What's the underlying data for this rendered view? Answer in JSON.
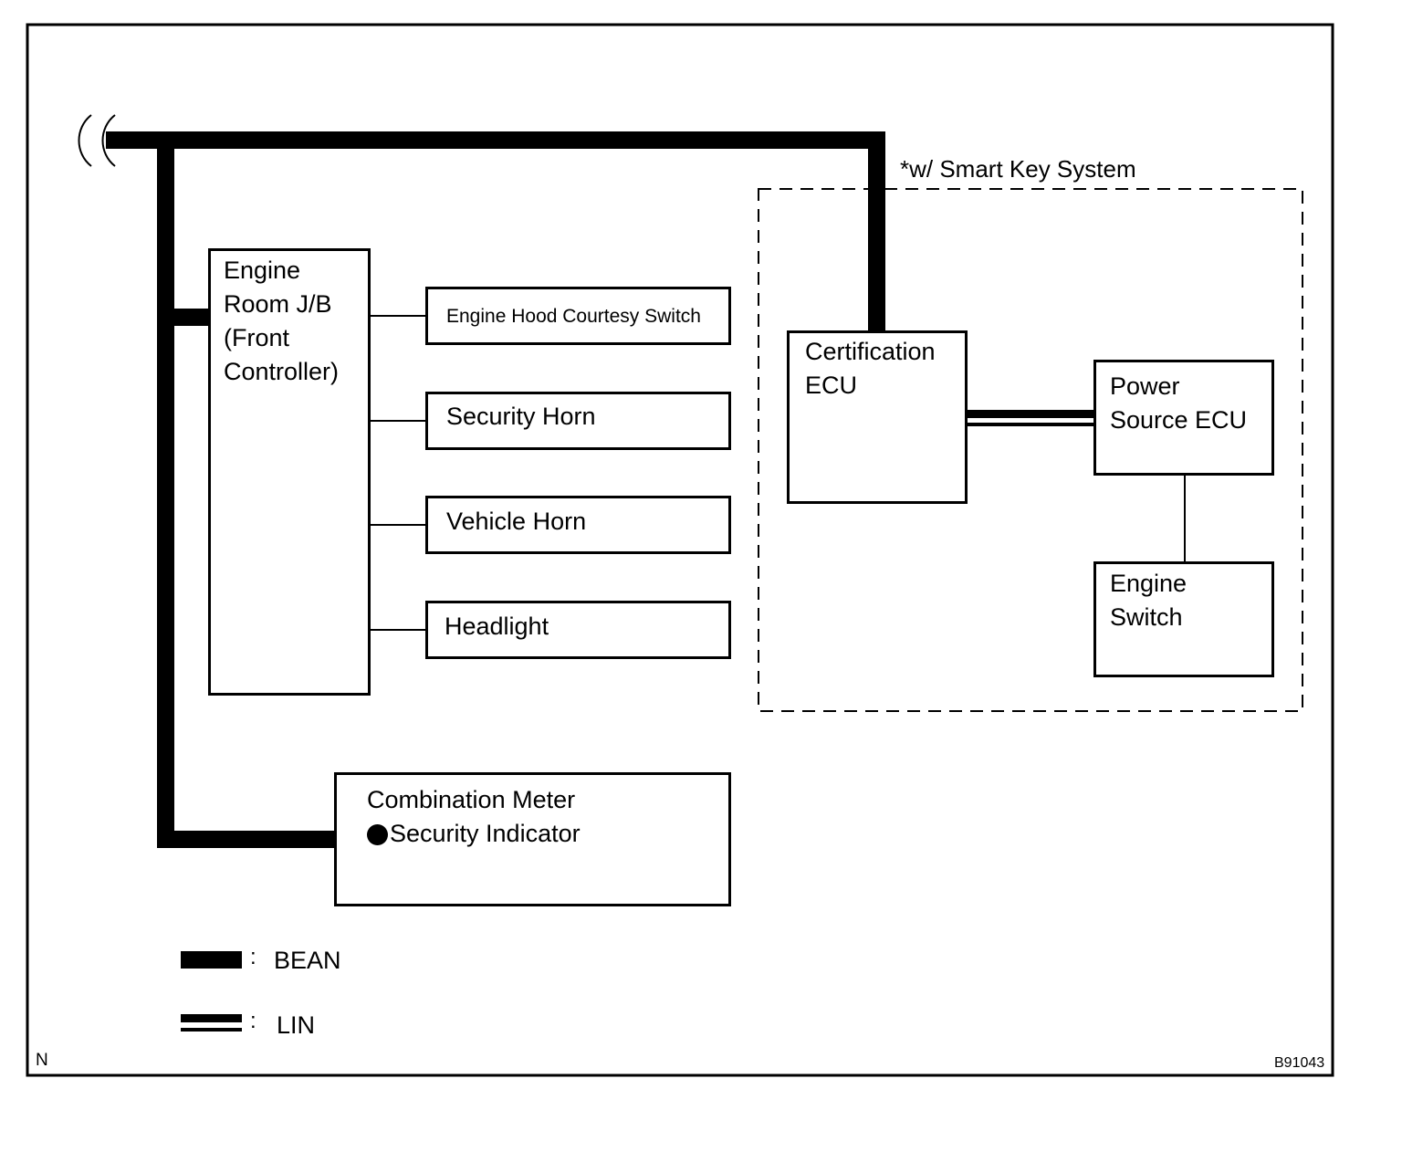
{
  "diagram": {
    "components": {
      "engine_room_jb": "Engine\nRoom J/B\n(Front\nController)",
      "hood_switch": "Engine Hood Courtesy Switch",
      "security_horn": "Security Horn",
      "vehicle_horn": "Vehicle Horn",
      "headlight": "Headlight",
      "certification_ecu": "Certification\nECU",
      "power_source_ecu": "Power\nSource ECU",
      "engine_switch": "Engine\nSwitch",
      "combination_meter": "Combination Meter",
      "security_indicator": "Security Indicator"
    },
    "smart_key_group_label": "*w/ Smart Key System",
    "legend": {
      "bean_colon": ":",
      "bean_label": "BEAN",
      "lin_colon": ":",
      "lin_label": "LIN"
    },
    "corner_left": "N",
    "corner_right": "B91043",
    "colors": {
      "line": "#000000",
      "background": "#ffffff"
    }
  }
}
